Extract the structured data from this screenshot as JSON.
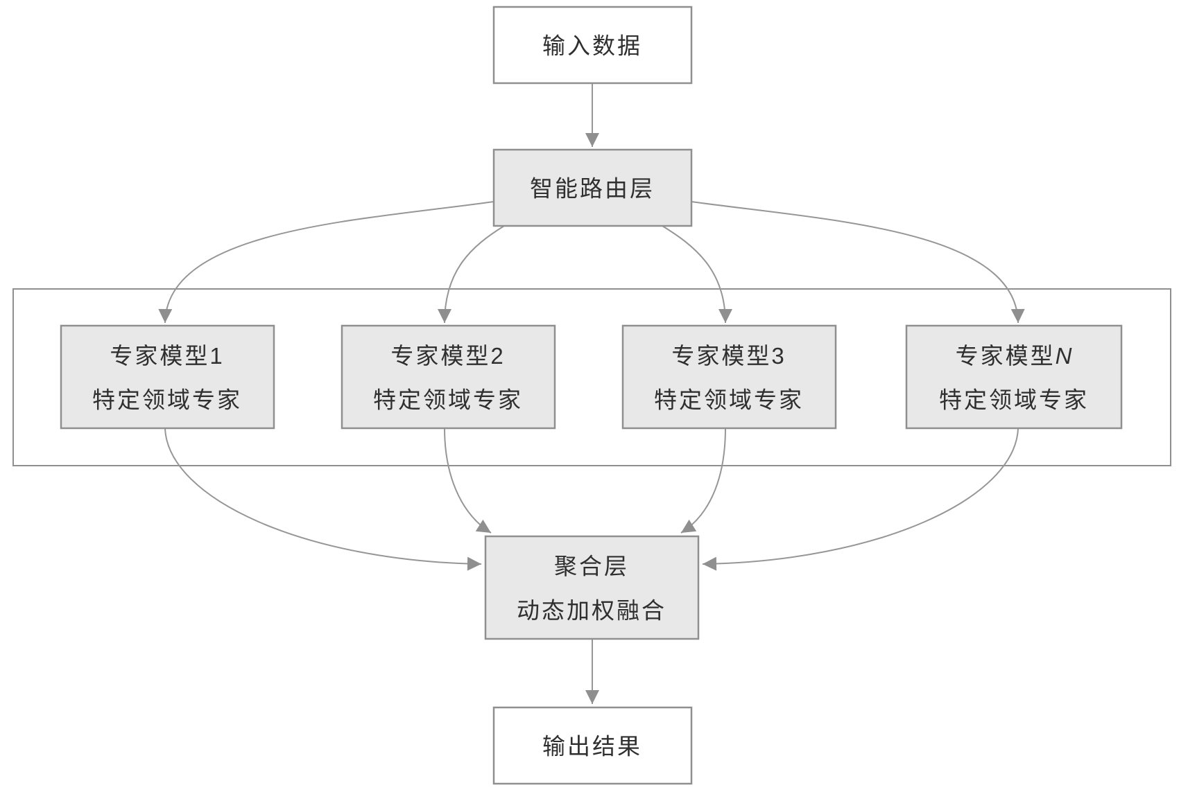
{
  "diagram": {
    "title_semantic": "mixture-of-experts-architecture-flowchart",
    "input": {
      "label": "输入数据"
    },
    "router": {
      "label": "智能路由层"
    },
    "experts": [
      {
        "title_prefix": "专家模型",
        "title_suffix": "1",
        "subtitle": "特定领域专家"
      },
      {
        "title_prefix": "专家模型",
        "title_suffix": "2",
        "subtitle": "特定领域专家"
      },
      {
        "title_prefix": "专家模型",
        "title_suffix": "3",
        "subtitle": "特定领域专家"
      },
      {
        "title_prefix": "专家模型",
        "title_suffix": "N",
        "subtitle": "特定领域专家"
      }
    ],
    "aggregation": {
      "title": "聚合层",
      "subtitle": "动态加权融合"
    },
    "output": {
      "label": "输出结果"
    },
    "colors": {
      "box_fill": "#e8e8e8",
      "white_fill": "#ffffff",
      "border": "#8f8f8f",
      "arrow": "#969696",
      "arrowhead": "#8f8f8f",
      "text": "#2f2f2f"
    }
  }
}
